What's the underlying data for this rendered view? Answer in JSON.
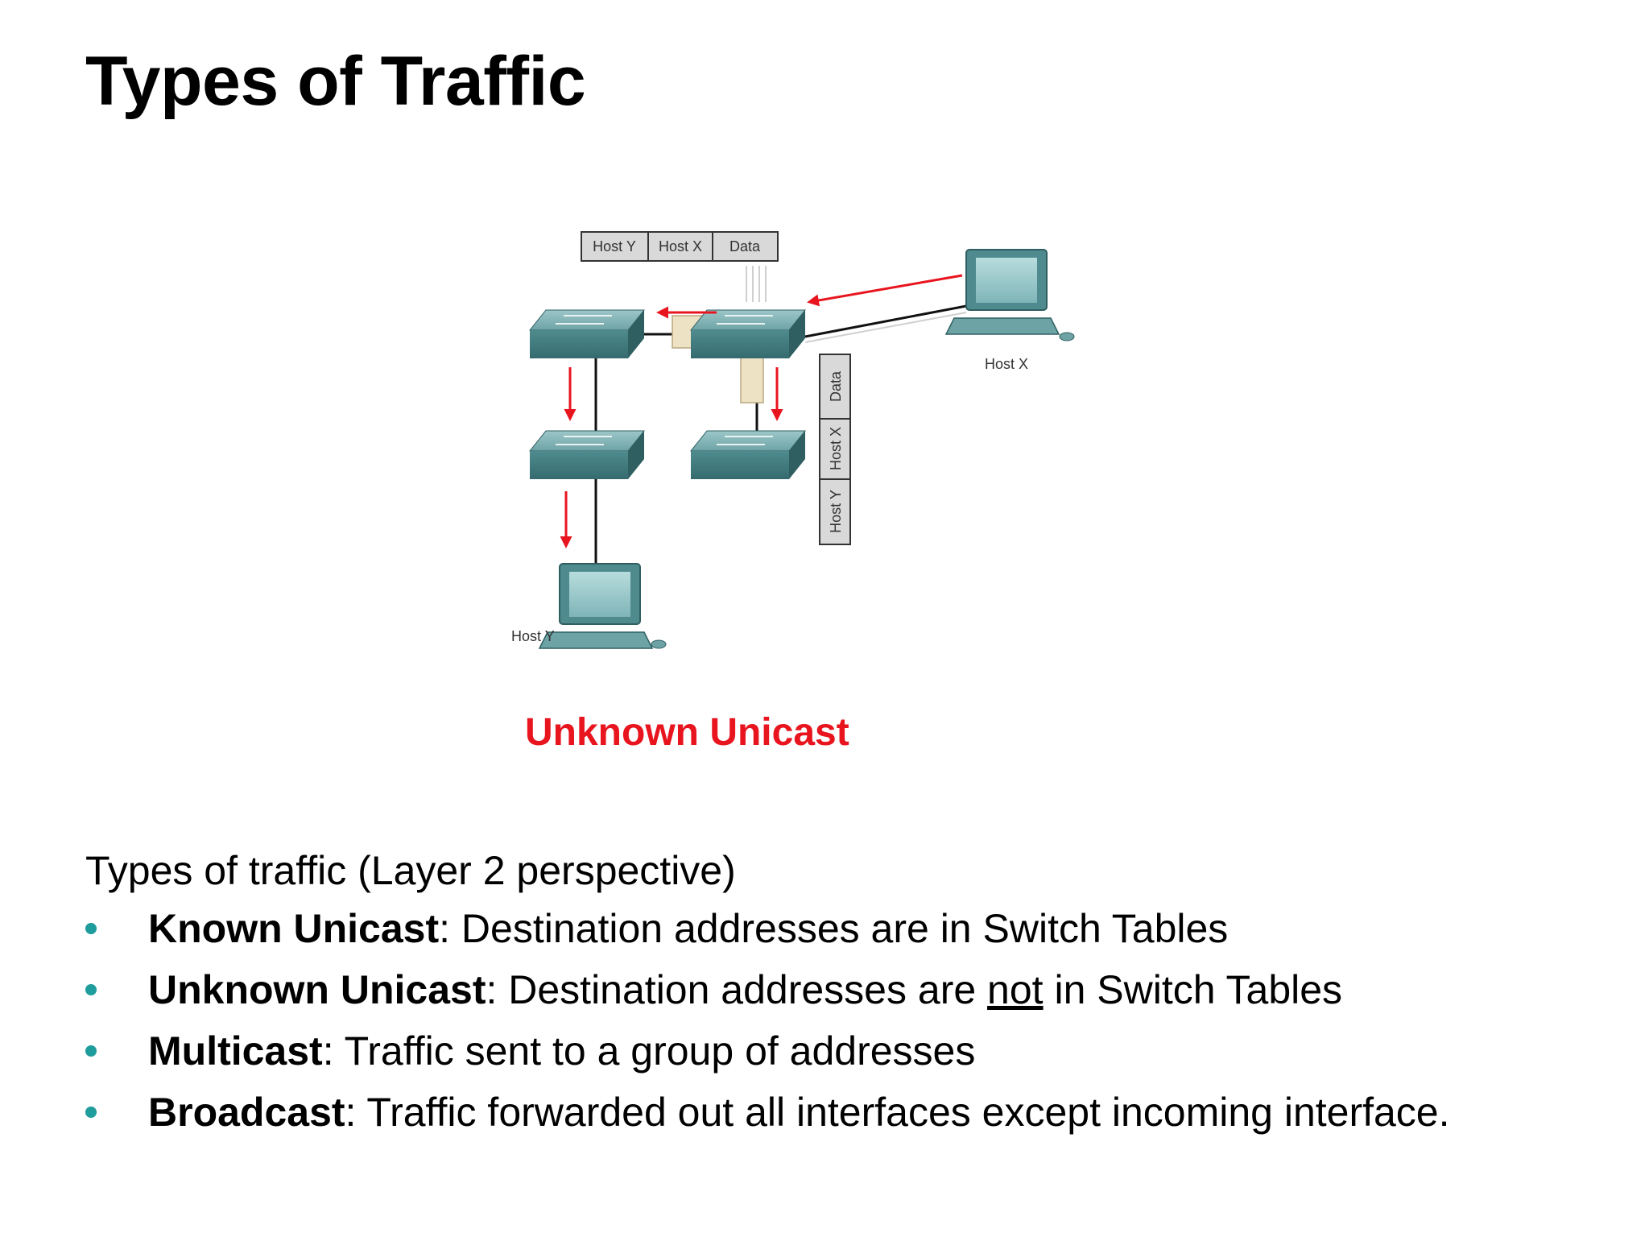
{
  "title": "Types of Traffic",
  "diagram": {
    "frame_fields": [
      "Host Y",
      "Host X",
      "Data"
    ],
    "hosts": {
      "x": "Host X",
      "y": "Host Y"
    },
    "caption": "Unknown Unicast"
  },
  "intro": "Types of traffic (Layer 2 perspective)",
  "bullets": [
    {
      "term": "Known Unicast",
      "desc": ": Destination addresses are in Switch Tables"
    },
    {
      "term": "Unknown Unicast",
      "desc_before": ": Destination addresses are ",
      "emph": "not",
      "desc_after": " in Switch Tables"
    },
    {
      "term": "Multicast",
      "desc": ": Traffic sent to a group of addresses"
    },
    {
      "term": "Broadcast",
      "desc": ":  Traffic forwarded out all interfaces except incoming interface."
    }
  ],
  "colors": {
    "accent": "#e8141e",
    "bullet": "#1f9c9c",
    "device": "#4f8b8e"
  },
  "icons": [
    "switch-icon",
    "computer-icon",
    "arrow-icon"
  ]
}
